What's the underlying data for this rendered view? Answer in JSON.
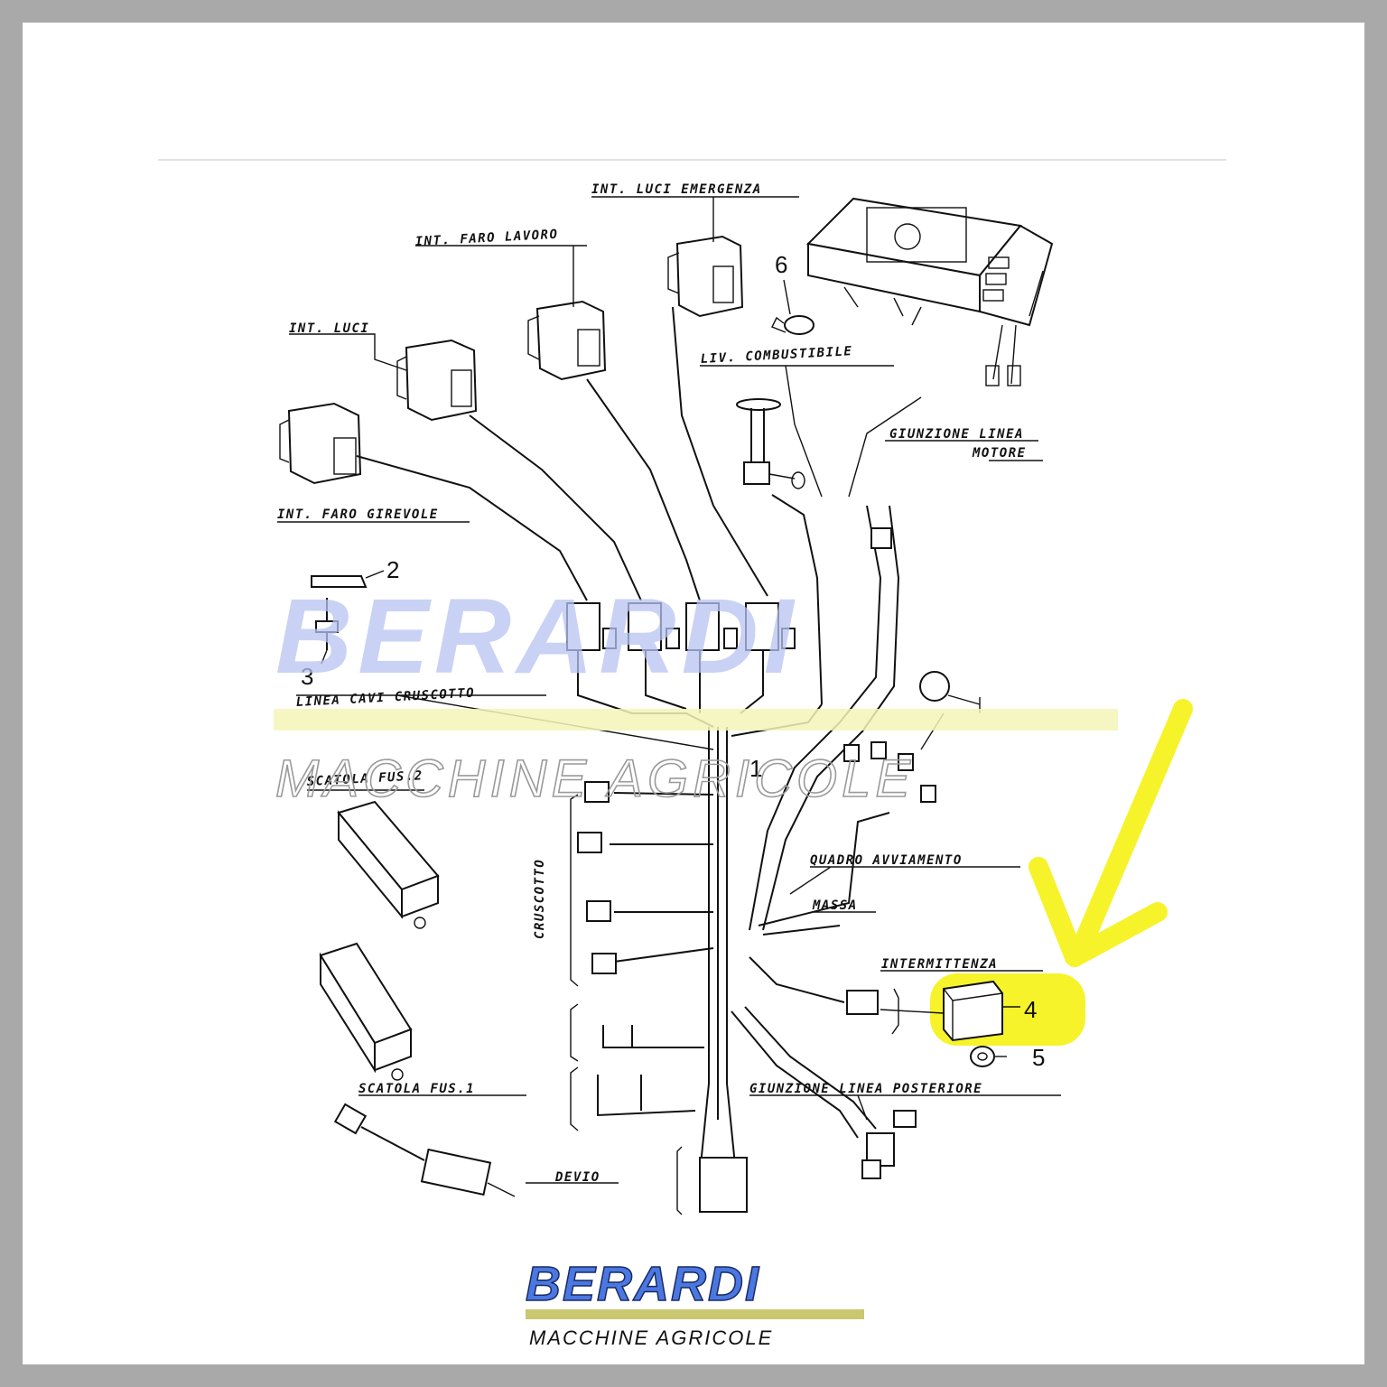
{
  "labels": {
    "int_luci_emergenza": "INT. LUCI EMERGENZA",
    "int_faro_lavoro": "INT. FARO LAVORO",
    "int_luci": "INT. LUCI",
    "int_faro_girevole": "INT. FARO GIREVOLE",
    "liv_combustibile": "LIV. COMBUSTIBILE",
    "giunzione_linea": "GIUNZIONE LINEA",
    "motore": "MOTORE",
    "linea_cavi_cruscotto": "LINEA CAVI CRUSCOTTO",
    "scatola_fus2": "SCATOLA FUS.2",
    "cruscotto": "CRUSCOTTO",
    "quadro_avviamento": "QUADRO AVVIAMENTO",
    "massa": "MASSA",
    "intermittenza": "INTERMITTENZA",
    "giunzione_linea_posteriore": "GIUNZIONE LINEA POSTERIORE",
    "scatola_fus1": "SCATOLA FUS.1",
    "devio": "DEVIO"
  },
  "part_numbers": [
    "1",
    "2",
    "3",
    "4",
    "5",
    "6"
  ],
  "watermark": {
    "brand": "BERARDI",
    "subtitle": "MACCHINE AGRICOLE"
  },
  "logo": {
    "brand": "BERARDI",
    "subtitle": "MACCHINE AGRICOLE"
  },
  "highlight": {
    "color": "#f6f32a",
    "target_part": "4"
  },
  "colors": {
    "logo_blue": "#4a78e0",
    "watermark_blue": "#b7c4f2",
    "highlight_yellow": "#f6f32a"
  }
}
